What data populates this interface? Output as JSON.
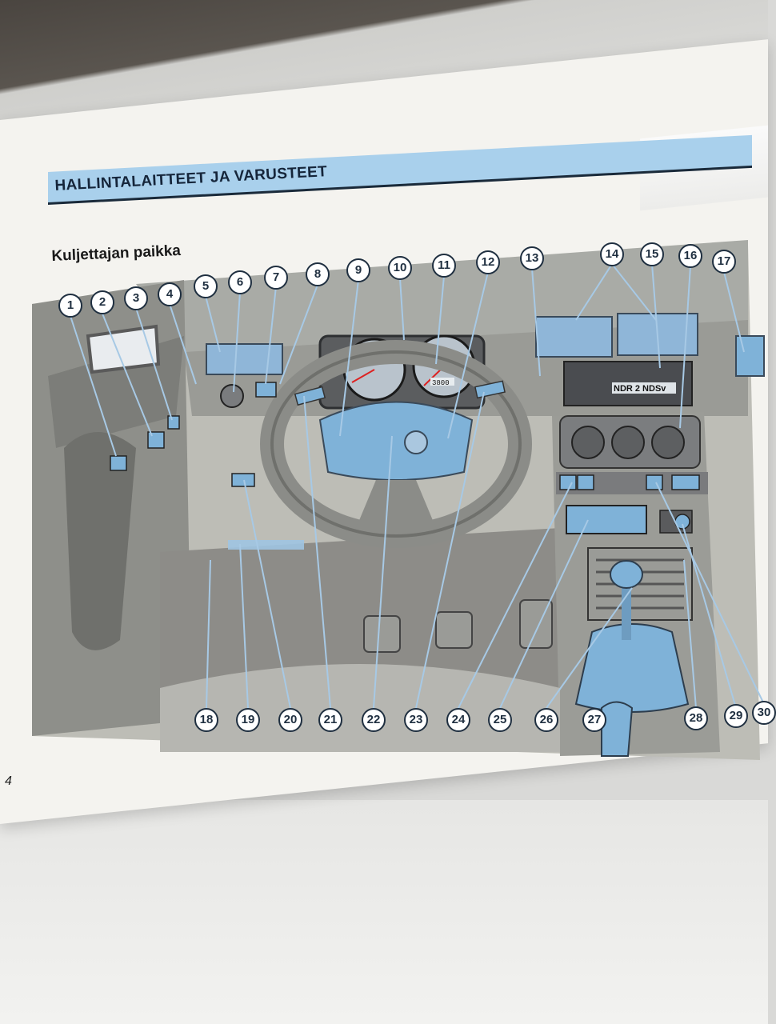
{
  "header": {
    "section_title": "HALLINTALAITTEET JA VARUSTEET",
    "subtitle": "Kuljettajan paikka",
    "page_number": "4"
  },
  "dashboard": {
    "radio_display": "NDR 2  NDSv",
    "odometer": "3800"
  },
  "callouts": [
    "1",
    "2",
    "3",
    "4",
    "5",
    "6",
    "7",
    "8",
    "9",
    "10",
    "11",
    "12",
    "13",
    "14",
    "15",
    "16",
    "17",
    "18",
    "19",
    "20",
    "21",
    "22",
    "23",
    "24",
    "25",
    "26",
    "27",
    "28",
    "29",
    "30"
  ],
  "colors": {
    "accent_blue": "#a9d0ec",
    "highlight_blue": "#7fb2d8",
    "label_stroke": "#1f2f40",
    "page": "#f4f3ef"
  }
}
